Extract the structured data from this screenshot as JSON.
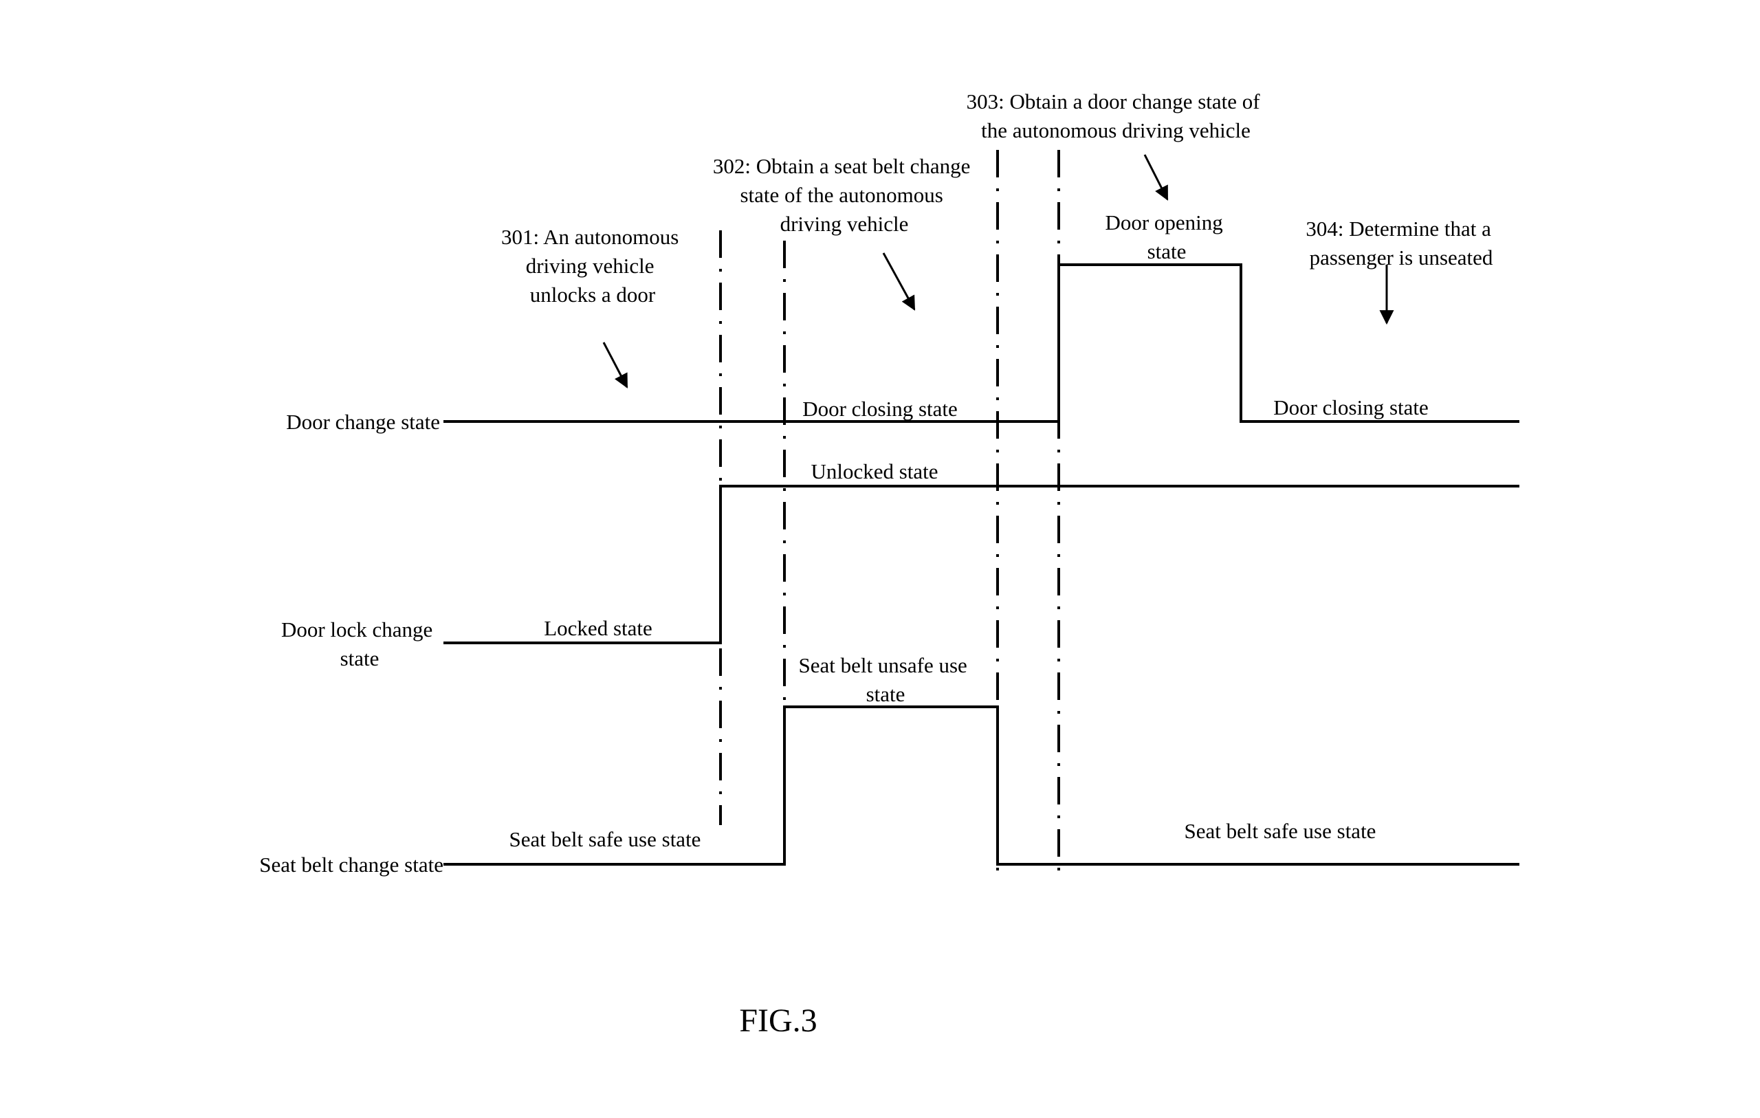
{
  "steps": {
    "s301": [
      "301: An autonomous",
      "driving vehicle",
      "unlocks a door"
    ],
    "s302": [
      "302: Obtain a seat belt change",
      "state of the autonomous",
      "driving vehicle"
    ],
    "s303": [
      "303: Obtain a door change state of",
      "the autonomous driving vehicle"
    ],
    "s304": [
      "304: Determine that a",
      "passenger is unseated"
    ]
  },
  "signals": {
    "door_change": "Door change state",
    "door_lock": [
      "Door lock change",
      "state"
    ],
    "seat_belt": "Seat belt change state"
  },
  "states": {
    "door_closing_1": "Door closing state",
    "door_opening": [
      "Door opening",
      "state"
    ],
    "door_closing_2": "Door closing state",
    "unlocked": "Unlocked state",
    "locked": "Locked state",
    "seat_belt_unsafe": [
      "Seat belt unsafe use",
      "state"
    ],
    "seat_belt_safe_1": "Seat belt safe use state",
    "seat_belt_safe_2": "Seat belt safe use state"
  },
  "figure_label": "FIG.3"
}
